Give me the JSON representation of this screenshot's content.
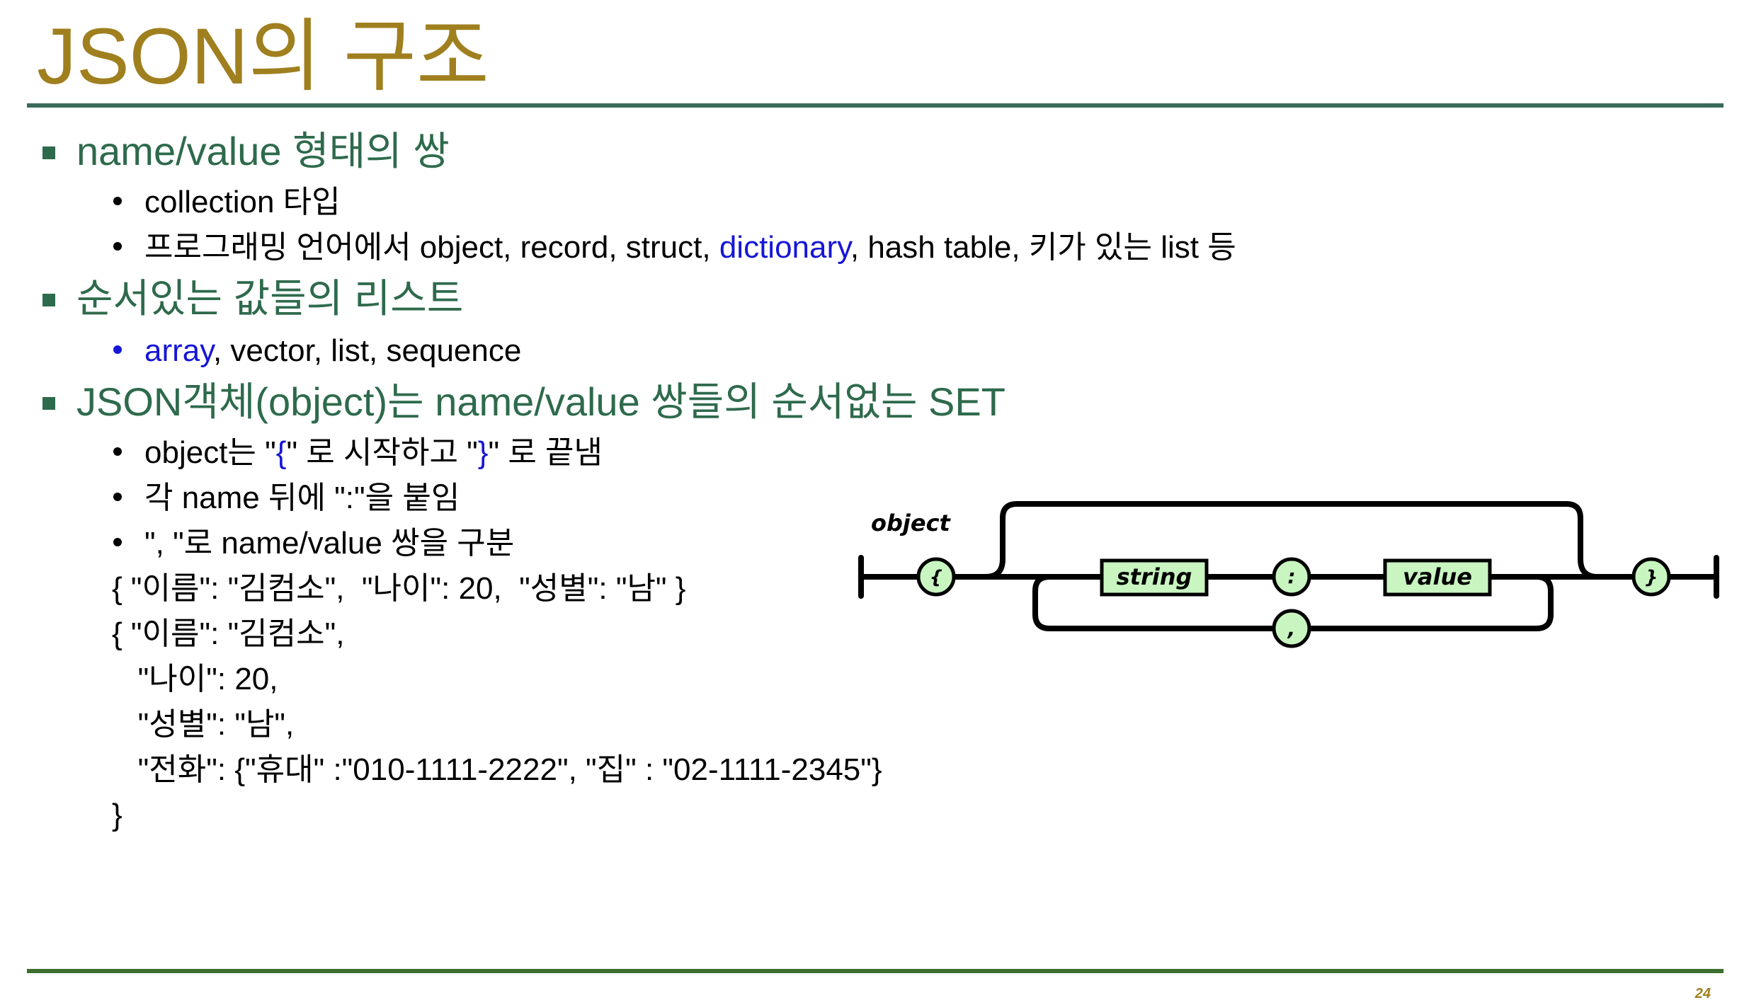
{
  "title": "JSON의 구조",
  "sections": [
    {
      "heading": "name/value 형태의 쌍",
      "bullets": [
        {
          "text": "collection 타입"
        },
        {
          "pre": "프로그래밍 언어에서 object, record, struct, ",
          "highlight": "dictionary",
          "post": ", hash table, 키가 있는 list 등"
        }
      ]
    },
    {
      "heading": "순서있는 값들의 리스트",
      "bullets": [
        {
          "highlight": "array",
          "post": ", vector, list, sequence"
        }
      ]
    },
    {
      "heading": "JSON객체(object)는 name/value 쌍들의 순서없는 SET",
      "bullets": [
        {
          "pre": "object는 \"",
          "highlight_open": "{",
          "mid": "\" 로 시작하고 \"",
          "highlight_close": "}",
          "post": "\" 로 끝냄"
        },
        {
          "text": "각 name 뒤에 \":\"을 붙임"
        },
        {
          "text": "\", \"로 name/value 쌍을 구분"
        }
      ],
      "code_lines": [
        "{ \"이름\": \"김컴소\",  \"나이\": 20,  \"성별\": \"남\" }",
        "{ \"이름\": \"김컴소\",",
        "   \"나이\": 20,",
        "   \"성별\": \"남\",",
        "   \"전화\": {\"휴대\" :\"010-1111-2222\", \"집\" : \"02-1111-2345\"}",
        "}"
      ]
    }
  ],
  "diagram": {
    "label": "object",
    "open_brace": "{",
    "close_brace": "}",
    "string_box": "string",
    "colon": ":",
    "value_box": "value",
    "comma": ","
  },
  "page_number": "24",
  "colors": {
    "title": "#a07f1f",
    "heading": "#2e6a4c",
    "highlight": "#1616d6",
    "node_fill": "#c8f5c0"
  }
}
